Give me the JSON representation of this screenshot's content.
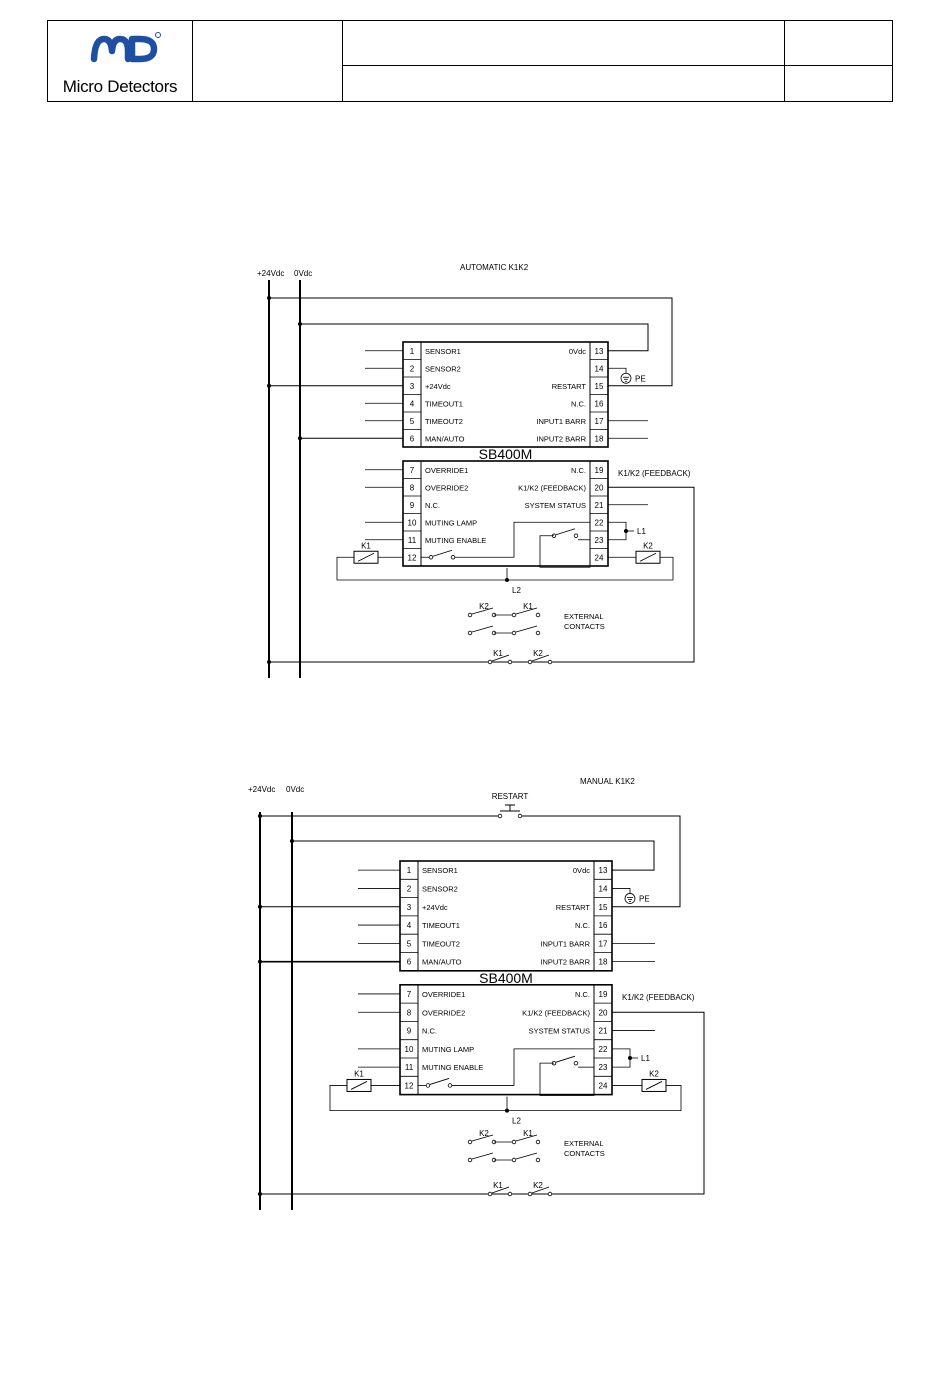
{
  "header": {
    "company": "Micro Detectors",
    "brand_color": "#1f4fa3"
  },
  "diagrams": [
    {
      "title": "AUTOMATIC  K1K2",
      "device": "SB400M",
      "rails": {
        "positive": "+24Vdc",
        "negative": "0Vdc"
      },
      "left_top": [
        {
          "n": "1",
          "label": "SENSOR1"
        },
        {
          "n": "2",
          "label": "SENSOR2"
        },
        {
          "n": "3",
          "label": "+24Vdc"
        },
        {
          "n": "4",
          "label": "TIMEOUT1"
        },
        {
          "n": "5",
          "label": "TIMEOUT2"
        },
        {
          "n": "6",
          "label": "MAN/AUTO"
        }
      ],
      "right_top": [
        {
          "n": "13",
          "label": "0Vdc"
        },
        {
          "n": "14",
          "label": ""
        },
        {
          "n": "15",
          "label": "RESTART"
        },
        {
          "n": "16",
          "label": "N.C."
        },
        {
          "n": "17",
          "label": "INPUT1  BARR"
        },
        {
          "n": "18",
          "label": "INPUT2  BARR"
        }
      ],
      "left_bottom": [
        {
          "n": "7",
          "label": "OVERRIDE1"
        },
        {
          "n": "8",
          "label": "OVERRIDE2"
        },
        {
          "n": "9",
          "label": "N.C."
        },
        {
          "n": "10",
          "label": "MUTING  LAMP"
        },
        {
          "n": "11",
          "label": "MUTING  ENABLE"
        },
        {
          "n": "12",
          "label": ""
        }
      ],
      "right_bottom": [
        {
          "n": "19",
          "label": "N.C."
        },
        {
          "n": "20",
          "label": "K1/K2  (FEEDBACK)"
        },
        {
          "n": "21",
          "label": "SYSTEM  STATUS"
        },
        {
          "n": "22",
          "label": ""
        },
        {
          "n": "23",
          "label": ""
        },
        {
          "n": "24",
          "label": ""
        }
      ],
      "labels": {
        "pe": "PE",
        "feedback": "K1/K2  (FEEDBACK)",
        "l1": "L1",
        "l2": "L2",
        "k1": "K1",
        "k2": "K2",
        "external": "EXTERNAL",
        "contacts": "CONTACTS"
      }
    },
    {
      "title": "MANUAL  K1K2",
      "restart_button": "RESTART",
      "device": "SB400M",
      "rails": {
        "positive": "+24Vdc",
        "negative": "0Vdc"
      },
      "left_top": [
        {
          "n": "1",
          "label": "SENSOR1"
        },
        {
          "n": "2",
          "label": "SENSOR2"
        },
        {
          "n": "3",
          "label": "+24Vdc"
        },
        {
          "n": "4",
          "label": "TIMEOUT1"
        },
        {
          "n": "5",
          "label": "TIMEOUT2"
        },
        {
          "n": "6",
          "label": "MAN/AUTO"
        }
      ],
      "right_top": [
        {
          "n": "13",
          "label": "0Vdc"
        },
        {
          "n": "14",
          "label": ""
        },
        {
          "n": "15",
          "label": "RESTART"
        },
        {
          "n": "16",
          "label": "N.C."
        },
        {
          "n": "17",
          "label": "INPUT1  BARR"
        },
        {
          "n": "18",
          "label": "INPUT2  BARR"
        }
      ],
      "left_bottom": [
        {
          "n": "7",
          "label": "OVERRIDE1"
        },
        {
          "n": "8",
          "label": "OVERRIDE2"
        },
        {
          "n": "9",
          "label": "N.C."
        },
        {
          "n": "10",
          "label": "MUTING  LAMP"
        },
        {
          "n": "11",
          "label": "MUTING  ENABLE"
        },
        {
          "n": "12",
          "label": ""
        }
      ],
      "right_bottom": [
        {
          "n": "19",
          "label": "N.C."
        },
        {
          "n": "20",
          "label": "K1/K2  (FEEDBACK)"
        },
        {
          "n": "21",
          "label": "SYSTEM  STATUS"
        },
        {
          "n": "22",
          "label": ""
        },
        {
          "n": "23",
          "label": ""
        },
        {
          "n": "24",
          "label": ""
        }
      ],
      "labels": {
        "pe": "PE",
        "feedback": "K1/K2  (FEEDBACK)",
        "l1": "L1",
        "l2": "L2",
        "k1": "K1",
        "k2": "K2",
        "external": "EXTERNAL",
        "contacts": "CONTACTS"
      }
    }
  ]
}
